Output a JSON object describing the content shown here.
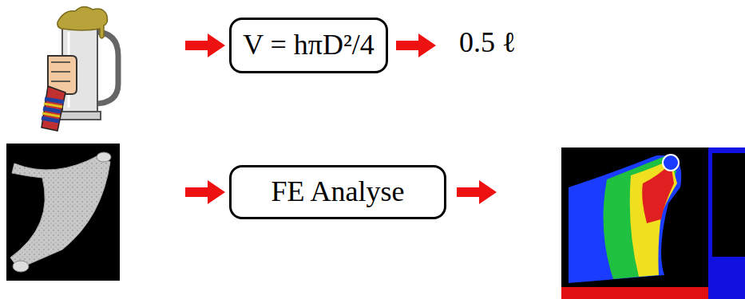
{
  "diagram": {
    "nodes": [
      {
        "text": [
          "V = hπD²/4"
        ]
      },
      {
        "text": [
          "FE Analyse"
        ]
      }
    ],
    "labels": [
      "0.5 ℓ"
    ]
  }
}
